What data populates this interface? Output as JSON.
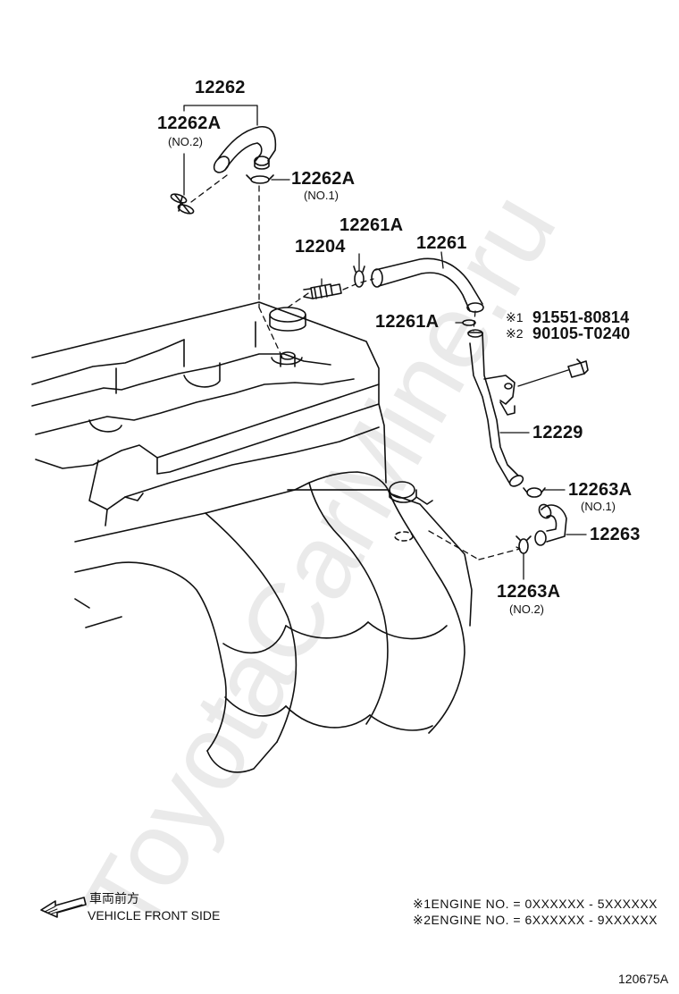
{
  "watermark": "ToyotaCarMine.ru",
  "callouts": {
    "p12262": "12262",
    "p12262A_top": "12262A",
    "p12262A_top_sub": "(NO.2)",
    "p12262A_mid": "12262A",
    "p12262A_mid_sub": "(NO.1)",
    "p12204": "12204",
    "p12261A_top": "12261A",
    "p12261": "12261",
    "p12261A_mid": "12261A",
    "bolt1_mark": "※1",
    "bolt1_num": "91551-80814",
    "bolt2_mark": "※2",
    "bolt2_num": "90105-T0240",
    "p12229": "12229",
    "p12263A_mid": "12263A",
    "p12263A_mid_sub": "(NO.1)",
    "p12263": "12263",
    "p12263A_bot": "12263A",
    "p12263A_bot_sub": "(NO.2)"
  },
  "front": {
    "jp": "車両前方",
    "en": "VEHICLE FRONT SIDE"
  },
  "notes": [
    {
      "mark": "※1",
      "text": "ENGINE NO. = 0XXXXXX - 5XXXXXX"
    },
    {
      "mark": "※2",
      "text": "ENGINE NO. = 6XXXXXX - 9XXXXXX"
    }
  ],
  "diagram_id": "120675A"
}
